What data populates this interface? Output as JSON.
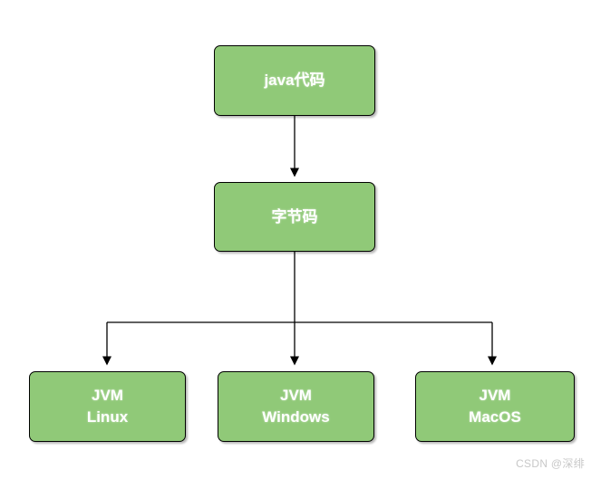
{
  "nodes": {
    "java_code": {
      "label": "java代码"
    },
    "bytecode": {
      "label": "字节码"
    },
    "jvm_linux": {
      "line1": "JVM",
      "line2": "Linux"
    },
    "jvm_windows": {
      "line1": "JVM",
      "line2": "Windows"
    },
    "jvm_macos": {
      "line1": "JVM",
      "line2": "MacOS"
    }
  },
  "edges": [
    {
      "from": "java_code",
      "to": "bytecode"
    },
    {
      "from": "bytecode",
      "to": "jvm_linux"
    },
    {
      "from": "bytecode",
      "to": "jvm_windows"
    },
    {
      "from": "bytecode",
      "to": "jvm_macos"
    }
  ],
  "watermark": {
    "text": "CSDN @深绯"
  },
  "colors": {
    "canvas_bg": "#FFFFFF",
    "node_fill": "#90C978",
    "node_border": "#000000",
    "node_text": "#FFFFFF",
    "connector": "#000000",
    "watermark_text": "#C8C8C8"
  }
}
